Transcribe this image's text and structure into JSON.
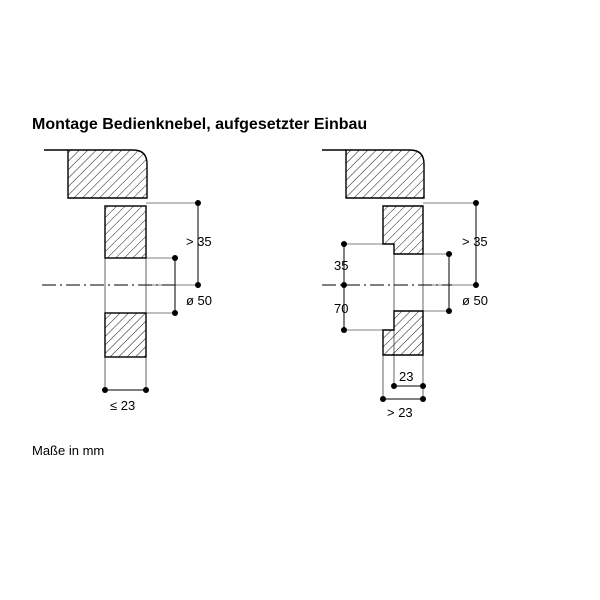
{
  "title": "Montage Bedienknebel, aufgesetzter Einbau",
  "units_note": "Maße in mm",
  "left": {
    "clearance_label": "> 35",
    "diameter_label": "ø 50",
    "thickness_label": "≤ 23"
  },
  "right": {
    "clearance_label": "> 35",
    "upper_recess_label": "35",
    "lower_recess_label": "70",
    "diameter_label": "ø 50",
    "inner_width_label": "23",
    "outer_width_label": "> 23"
  }
}
